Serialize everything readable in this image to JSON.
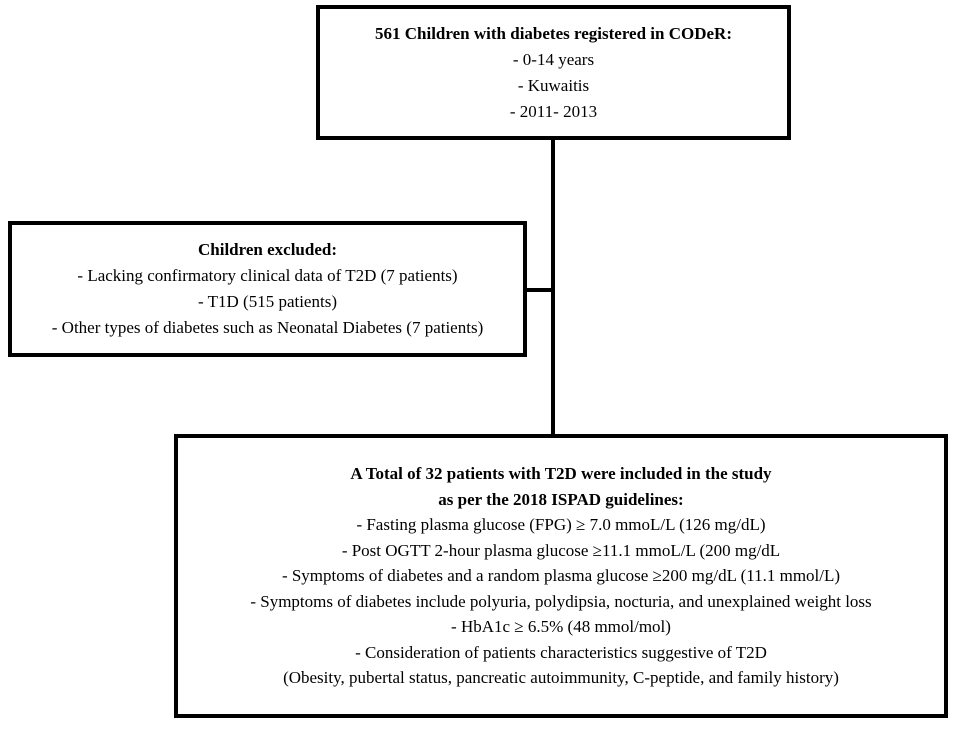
{
  "registered_box": {
    "title": "561 Children with diabetes registered in CODeR:",
    "items": [
      "- 0-14 years",
      "- Kuwaitis",
      "- 2011- 2013"
    ]
  },
  "excluded_box": {
    "title": "Children excluded:",
    "items": [
      "- Lacking confirmatory clinical data of T2D (7 patients)",
      "- T1D (515 patients)",
      "- Other types of diabetes such as Neonatal Diabetes (7 patients)"
    ]
  },
  "included_box": {
    "title_line1": "A Total of 32 patients with T2D were included in the study",
    "title_line2": "as per the 2018 ISPAD guidelines:",
    "items": [
      "- Fasting plasma glucose (FPG) ≥ 7.0 mmoL/L (126 mg/dL)",
      "- Post OGTT 2-hour plasma glucose ≥11.1 mmoL/L (200 mg/dL",
      "- Symptoms of diabetes and a random plasma glucose ≥200 mg/dL (11.1 mmol/L)",
      "-  Symptoms of diabetes include polyuria, polydipsia,  nocturia, and unexplained weight loss",
      "- HbA1c ≥ 6.5% (48 mmol/mol)",
      "-  Consideration of patients characteristics suggestive of T2D",
      "(Obesity, pubertal status, pancreatic autoimmunity,  C-peptide, and family history)"
    ]
  }
}
